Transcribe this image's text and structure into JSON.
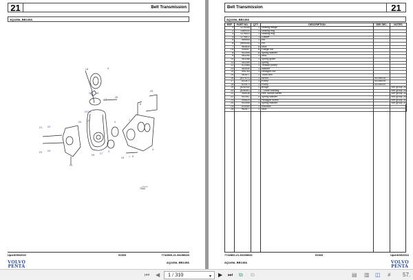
{
  "left_page": {
    "section_number": "21",
    "section_title": "Belt Transmission",
    "models": "AQ145A, BB145A",
    "diagram": {
      "callouts": [
        "18",
        "9",
        "11",
        "19",
        "13",
        "26",
        "14",
        "12",
        "15",
        "2",
        "1",
        "8",
        "25",
        "21",
        "22",
        "20",
        "23",
        "24",
        "16",
        "17",
        "3",
        "10",
        "15",
        "7",
        "6",
        "4"
      ],
      "figure_number": "7540"
    },
    "footer": {
      "updated": "Upd:8/30/2022",
      "code": "51933",
      "doc_number": "7742860-21-54158043",
      "models": "AQ145A, BB145A",
      "logo_line1": "VOLVO",
      "logo_line2": "PENTA"
    }
  },
  "right_page": {
    "section_number": "21",
    "section_title": "Belt Transmission",
    "models": "AQ145A, BB145A",
    "table": {
      "headers": [
        "REF",
        "PART NO.",
        "QTY",
        "DESCRIPTION",
        "SEE SEC.",
        "NOTES"
      ],
      "rows": [
        [
          "1",
          "1276155",
          "1",
          "Sealing flange",
          "",
          ""
        ],
        [
          "2",
          "1369333",
          "1",
          "Sealing ring",
          "",
          ""
        ],
        [
          "3",
          "1276523",
          "1",
          "Sealing ring",
          "",
          ""
        ],
        [
          "4",
          "1276817",
          "1",
          "Gasket",
          "",
          ""
        ],
        [
          "5",
          "469504",
          "1",
          "Pin",
          "",
          ""
        ],
        [
          "6",
          "(969545)",
          "1",
          "Pin",
          "",
          ""
        ],
        [
          "7",
          "963635",
          "8",
          "Stud",
          "",
          ""
        ],
        [
          "7A",
          "945407",
          "8",
          "Flange nut",
          "",
          ""
        ],
        [
          "8",
          "941906",
          "8",
          "Spring washer",
          "",
          ""
        ],
        [
          "9",
          "463290",
          "1",
          "Stud",
          "",
          ""
        ],
        [
          "10",
          "463288",
          "1",
          "Spring guide",
          "",
          ""
        ],
        [
          "11",
          "463289",
          "1",
          "Spring",
          "",
          ""
        ],
        [
          "12",
          "811985",
          "1",
          "Tension pulley",
          "",
          ""
        ],
        [
          "13",
          "463530",
          "1",
          "Washer",
          "",
          ""
        ],
        [
          "14",
          "955783",
          "1",
          "Hexagon nut",
          "",
          ""
        ],
        [
          "15",
          "463577",
          "1",
          "Tooth belt",
          "",
          ""
        ],
        [
          "16",
          "(837671)",
          "1",
          "Wheel",
          "54158038",
          ""
        ],
        [
          "17",
          "831872",
          "1",
          "Pulley",
          "54158039",
          ""
        ],
        [
          "18",
          "831873",
          "1",
          "Pulley",
          "54158040",
          ""
        ],
        [
          "19",
          "(828045)",
          "1",
          "Bridge",
          "",
          "See group 26"
        ],
        [
          "20",
          "(828061)",
          "1",
          "- Guide bushing",
          "",
          "See group 26"
        ],
        [
          "21",
          "955036",
          "2",
          "Hex. socket screw",
          "",
          "See group 26"
        ],
        [
          "22",
          "941907",
          "2",
          "Spring washer",
          "",
          "See group 26"
        ],
        [
          "23",
          "955825",
          "1",
          "Hexagon screw",
          "",
          "See group 26"
        ],
        [
          "24",
          "941906",
          "1",
          "Spring washer",
          "",
          "See group 26"
        ],
        [
          "25",
          "834485",
          "1",
          "Indicator",
          "",
          ""
        ],
        [
          "26",
          "963677",
          "1",
          "Stud",
          "",
          ""
        ]
      ]
    },
    "footer": {
      "doc_number": "7742860-21-54158043",
      "code": "51933",
      "updated": "Upd:8/30/2022",
      "models": "AQ145A, BB145A",
      "logo_line1": "VOLVO",
      "logo_line2": "PENTA"
    }
  },
  "toolbar": {
    "page_indicator": "1 / 310",
    "zoom_level": "57.",
    "icons": [
      "first-page-icon",
      "prev-page-icon",
      "dropdown-icon",
      "next-page-icon",
      "last-page-icon",
      "extract-page-icon",
      "insert-page-icon",
      "single-page-icon",
      "continuous-icon",
      "two-page-icon",
      "scroll-icon"
    ]
  },
  "colors": {
    "logo_blue": "#1c3f8f",
    "callout_blue": "#3a4fa0",
    "viewer_bg": "#9a9a9a"
  }
}
